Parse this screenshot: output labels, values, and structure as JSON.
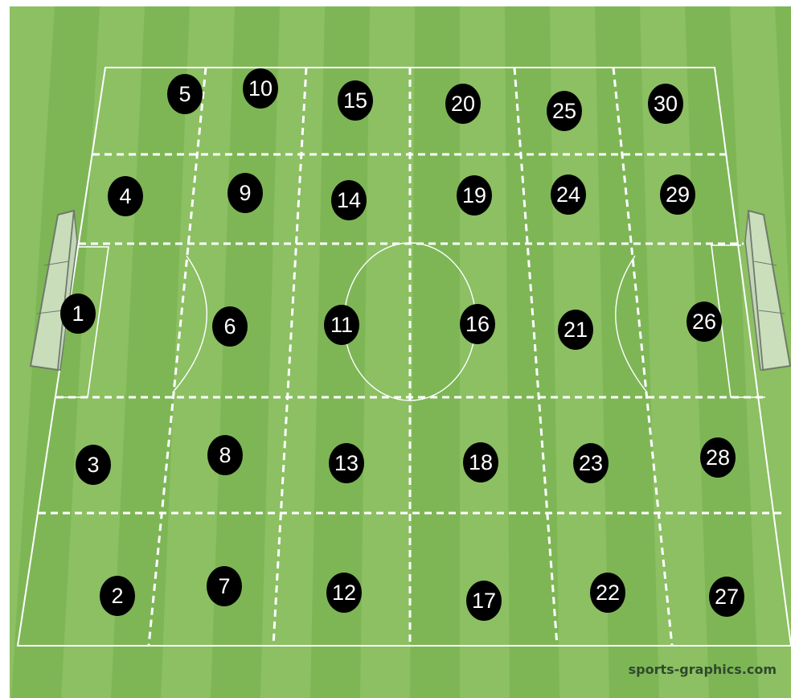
{
  "diagram": {
    "title": "",
    "colors": {
      "grass_light": "#8cc063",
      "grass_dark": "#7ab352",
      "lines": "#ffffff",
      "zone_marker": "#000000",
      "goal_net": "#d6e4cd",
      "goal_frame": "#6f7a6a"
    },
    "zones": [
      "1",
      "2",
      "3",
      "4",
      "5",
      "6",
      "7",
      "8",
      "9",
      "10",
      "11",
      "12",
      "13",
      "14",
      "15",
      "16",
      "17",
      "18",
      "19",
      "20",
      "21",
      "22",
      "23",
      "24",
      "25",
      "26",
      "27",
      "28",
      "29",
      "30"
    ]
  },
  "watermark": "sports-graphics.com"
}
